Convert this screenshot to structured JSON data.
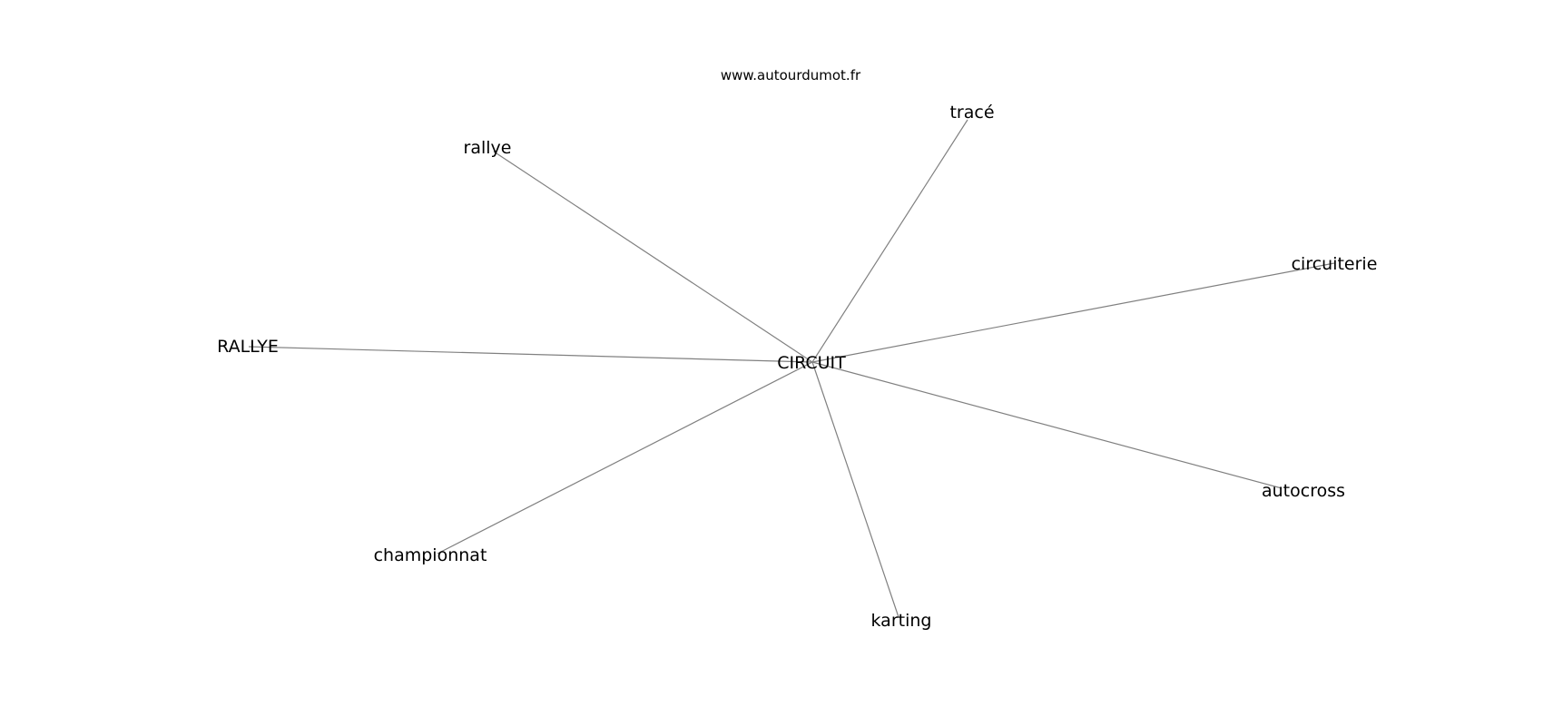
{
  "header": {
    "site": "www.autourdumot.fr"
  },
  "graph": {
    "center": "CIRCUIT",
    "nodes": [
      "tracé",
      "rallye",
      "circuiterie",
      "RALLYE",
      "autocross",
      "championnat",
      "karting"
    ]
  }
}
